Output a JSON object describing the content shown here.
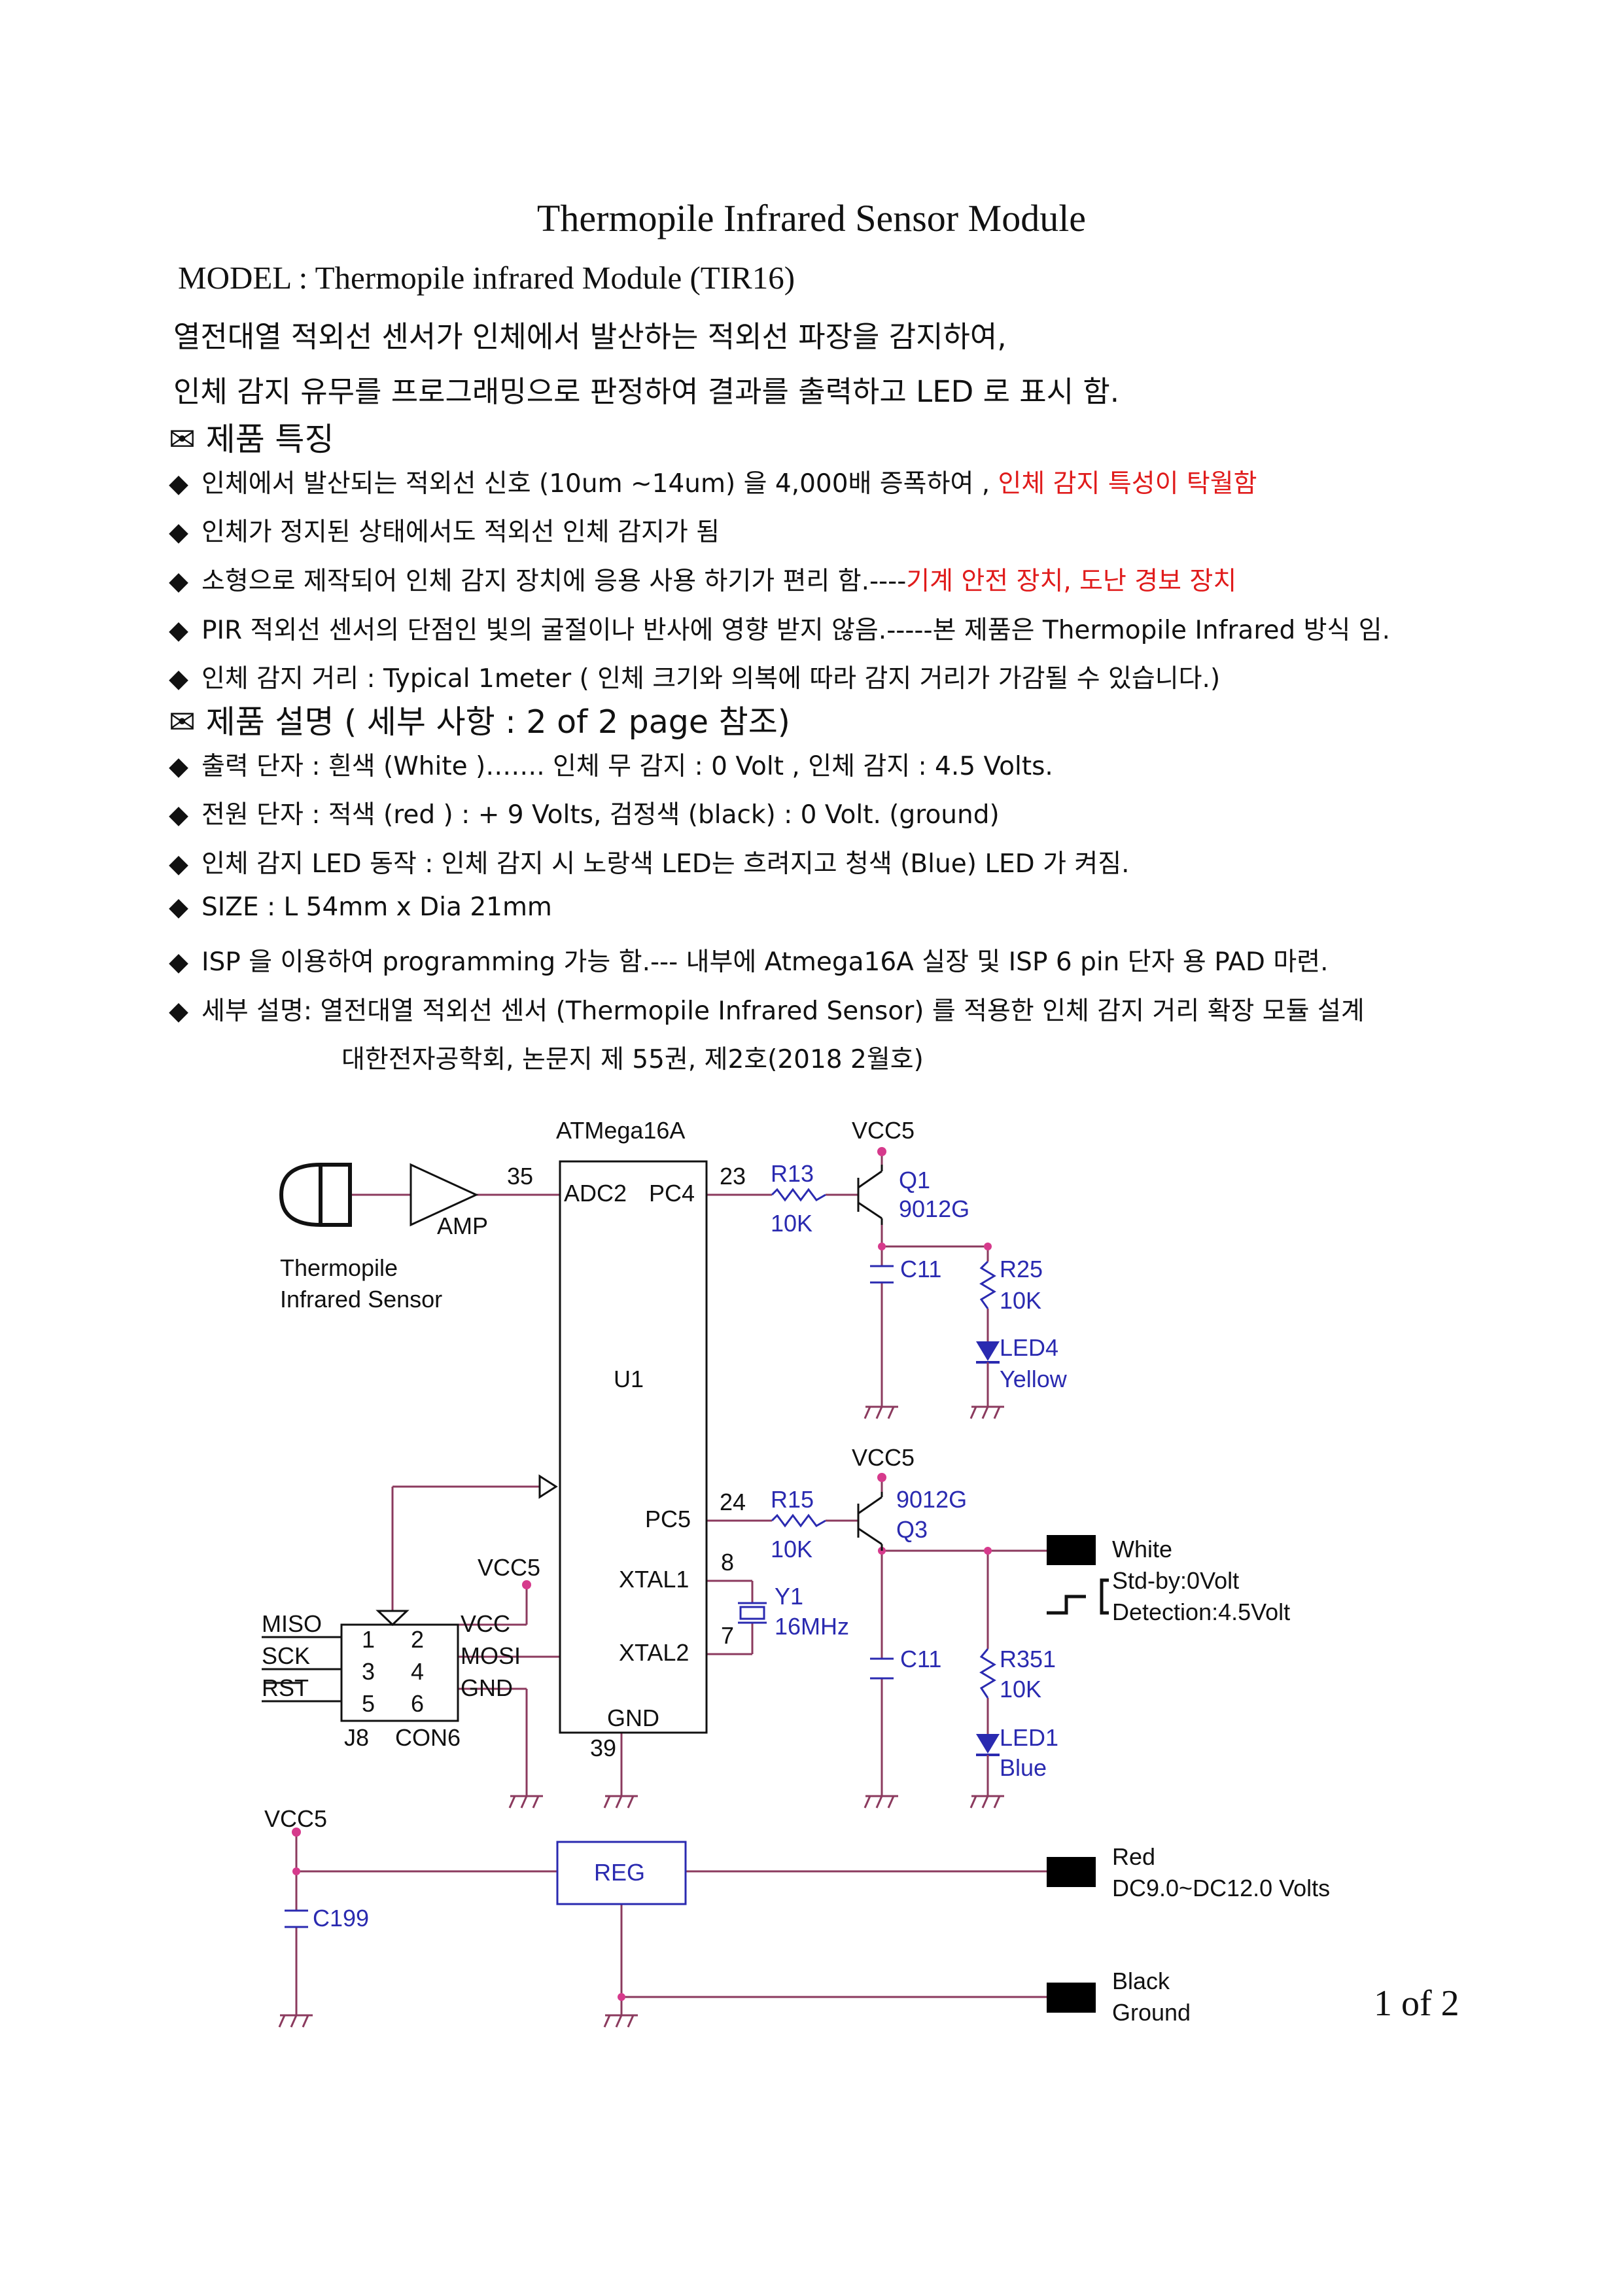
{
  "title": "Thermopile Infrared Sensor Module",
  "model": "MODEL : Thermopile infrared Module (TIR16)",
  "intro": [
    "열전대열 적외선 센서가 인체에서 발산하는 적외선 파장을 감지하여,",
    "인체 감지 유무를 프로그래밍으로  판정하여 결과를 출력하고 LED 로 표시 함."
  ],
  "features": {
    "heading": "제품 특징",
    "items": [
      {
        "text": "인체에서 발산되는 적외선 신호 (10um ~14um) 을  4,000배 증폭하여 , ",
        "highlight": "인체 감지 특성이 탁월함"
      },
      {
        "text": "인체가 정지된 상태에서도  적외선 인체 감지가  됨",
        "highlight": ""
      },
      {
        "text": "소형으로 제작되어 인체 감지 장치에 응용 사용 하기가 편리 함.----",
        "highlight": "기계 안전 장치, 도난 경보 장치"
      },
      {
        "text": "PIR 적외선 센서의 단점인  빛의 굴절이나 반사에 영향 받지 않음.-----본 제품은  Thermopile Infrared 방식 임.",
        "highlight": ""
      },
      {
        "text": "인체 감지 거리 : Typical 1meter ( 인체 크기와 의복에 따라 감지 거리가 가감될 수 있습니다.)",
        "highlight": ""
      }
    ]
  },
  "description": {
    "heading": "제품 설명 ( 세부 사항 : 2 of 2 page  참조)",
    "items": [
      "출력 단자 : 흰색 (White )……. 인체 무 감지 : 0 Volt ,    인체 감지 : 4.5 Volts.",
      "전원 단자 : 적색 (red ) : + 9 Volts,     검정색 (black) : 0 Volt. (ground)",
      "인체 감지 LED 동작  : 인체 감지 시 노랑색 LED는 흐려지고 청색 (Blue) LED 가 켜짐.",
      "SIZE : L 54mm x Dia 21mm",
      "ISP 을 이용하여 programming 가능 함.--- 내부에 Atmega16A 실장 및  ISP 6 pin 단자 용 PAD 마련.",
      "세부 설명: 열전대열 적외선 센서 (Thermopile Infrared Sensor) 를 적용한 인체 감지 거리 확장 모듈 설계"
    ],
    "reference": "대한전자공학회, 논문지 제 55권, 제2호(2018 2월호)"
  },
  "schematic": {
    "mcu_name": "ATMega16A",
    "mcu_ref": "U1",
    "pin_35": "35",
    "pin_adc2": "ADC2",
    "pin_pc4": "PC4",
    "pin_23": "23",
    "pin_24": "24",
    "pin_pc5": "PC5",
    "pin_8": "8",
    "pin_xtal1": "XTAL1",
    "pin_7": "7",
    "pin_xtal2": "XTAL2",
    "pin_gnd": "GND",
    "pin_39": "39",
    "amp": "AMP",
    "sensor_line1": "Thermopile",
    "sensor_line2": "Infrared Sensor",
    "vcc5": "VCC5",
    "r13": "R13",
    "r13_val": "10K",
    "q1": "Q1",
    "q1_part": "9012G",
    "c11_top": "C11",
    "r25": "R25",
    "r25_val": "10K",
    "led4": "LED4",
    "led4_color": "Yellow",
    "r15": "R15",
    "r15_val": "10K",
    "q3_part": "9012G",
    "q3": "Q3",
    "y1": "Y1",
    "y1_val": "16MHz",
    "c11_bot": "C11",
    "r351": "R351",
    "r351_val": "10K",
    "led1": "LED1",
    "led1_color": "Blue",
    "white": "White",
    "stdby": "Std-by:0Volt",
    "detect": "Detection:4.5Volt",
    "isp_miso": "MISO",
    "isp_sck": "SCK",
    "isp_rst": "RST",
    "isp_vcc": "VCC",
    "isp_mosi": "MOSI",
    "isp_gnd": "GND",
    "isp_p1": "1",
    "isp_p2": "2",
    "isp_p3": "3",
    "isp_p4": "4",
    "isp_p5": "5",
    "isp_p6": "6",
    "j8": "J8",
    "con6": "CON6",
    "reg": "REG",
    "c199": "C199",
    "red": "Red",
    "dc": "DC9.0~DC12.0 Volts",
    "black": "Black",
    "ground": "Ground"
  },
  "page": "1 of 2"
}
